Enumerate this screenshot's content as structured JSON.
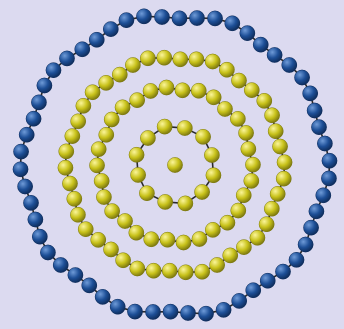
{
  "figure": {
    "background": "#dcdaf0",
    "bond_color": "#2a2a2a",
    "atom_colors": {
      "yellow": {
        "base": "#c8c21a",
        "highlight": "#fbf59a",
        "edge": "#7c7810"
      },
      "blue": {
        "base": "#1d4f97",
        "highlight": "#6f9bd8",
        "edge": "#0f2d5c"
      }
    },
    "shells": [
      {
        "name": "center",
        "atoms": 1,
        "color": "yellow"
      },
      {
        "name": "shell-1",
        "atoms": 12,
        "color": "yellow"
      },
      {
        "name": "shell-2",
        "atoms": 30,
        "color": "yellow"
      },
      {
        "name": "shell-3",
        "atoms": 42,
        "color": "yellow"
      },
      {
        "name": "shell-4",
        "atoms": 54,
        "color": "blue"
      }
    ]
  }
}
